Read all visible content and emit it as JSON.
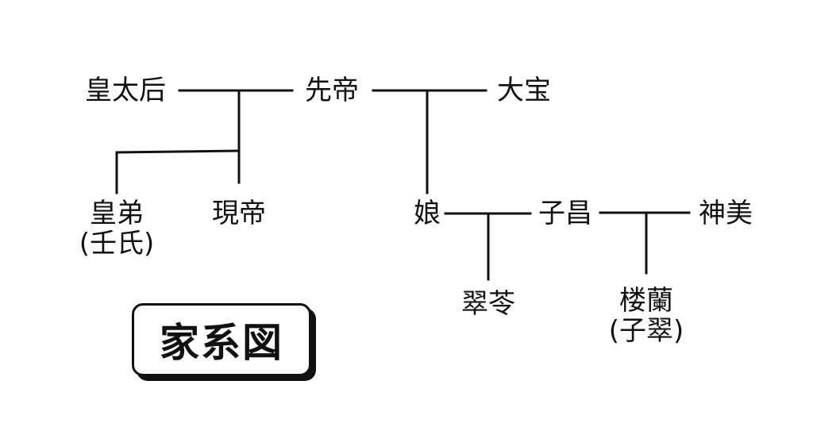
{
  "title": "家系図",
  "people": {
    "empress_dowager": "皇太后",
    "former_emperor": "先帝",
    "taiho": "大宝",
    "imperial_brother": "皇弟",
    "imperial_brother_alias": "(壬氏)",
    "current_emperor": "現帝",
    "daughter": "娘",
    "shisho": "子昌",
    "shinbi": "神美",
    "suirei": "翠苓",
    "rouran": "楼蘭",
    "rouran_alias": "(子翠)"
  },
  "line_color": "#111111"
}
